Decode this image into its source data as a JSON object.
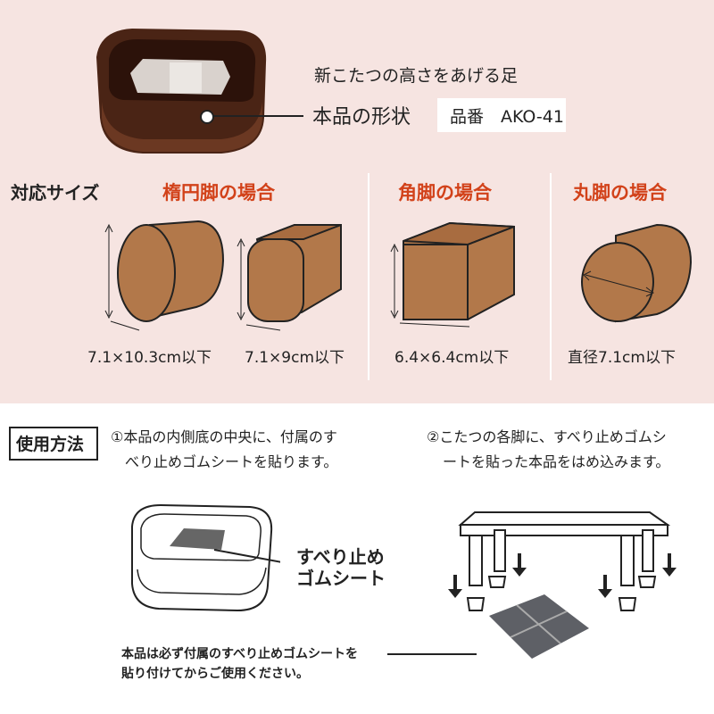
{
  "header": {
    "subtitle": "新こたつの高さをあげる足",
    "shape_label": "本品の形状",
    "product_number": "品番　AKO-41"
  },
  "sizes": {
    "title": "対応サイズ",
    "oval": {
      "heading": "楕円脚の場合",
      "size_a": "7.1×10.3cm以下",
      "size_b": "7.1×9cm以下"
    },
    "square": {
      "heading": "角脚の場合",
      "size": "6.4×6.4cm以下"
    },
    "round": {
      "heading": "丸脚の場合",
      "size": "直径7.1cm以下"
    }
  },
  "usage": {
    "title": "使用方法",
    "step1_line1": "①本品の内側底の中央に、付属のす",
    "step1_line2": "べり止めゴムシートを貼ります。",
    "step2_line1": "②こたつの各脚に、すべり止めゴムシ",
    "step2_line2": "ートを貼った本品をはめ込みます。",
    "sheet_label_line1": "すべり止め",
    "sheet_label_line2": "ゴムシート",
    "note_line1": "本品は必ず付属のすべり止めゴムシートを",
    "note_line2": "貼り付けてからご使用ください。"
  },
  "colors": {
    "top_background": "#f6e4e1",
    "accent": "#d2421a",
    "wood": "#b2784a",
    "product": "#5a2e1a"
  }
}
